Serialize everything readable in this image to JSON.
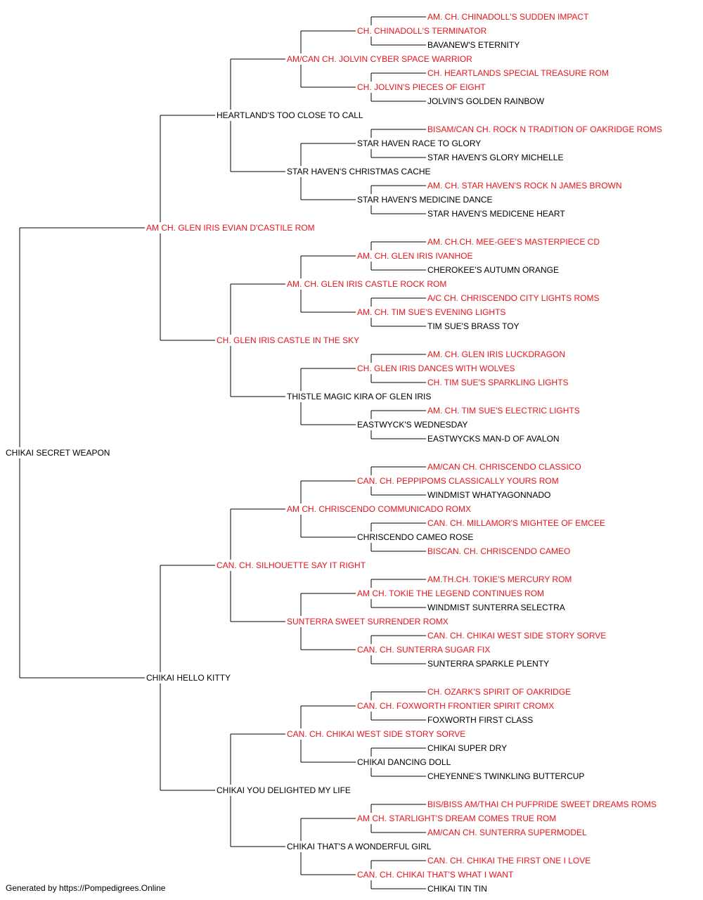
{
  "colors": {
    "champion": "#e8141b",
    "normal": "#000000",
    "line": "#000000"
  },
  "pedigree": {
    "name": "CHIKAI SECRET WEAPON",
    "ch": false,
    "sire": {
      "name": "AM CH. GLEN IRIS EVIAN D'CASTILE ROM",
      "ch": true,
      "sire": {
        "name": "HEARTLAND'S TOO CLOSE TO CALL",
        "ch": false,
        "sire": {
          "name": "AM/CAN CH. JOLVIN CYBER SPACE WARRIOR",
          "ch": true,
          "sire": {
            "name": "CH. CHINADOLL'S TERMINATOR",
            "ch": true,
            "sire": {
              "name": "AM. CH. CHINADOLL'S SUDDEN IMPACT",
              "ch": true
            },
            "dam": {
              "name": "BAVANEW'S ETERNITY",
              "ch": false
            }
          },
          "dam": {
            "name": "CH. JOLVIN'S PIECES OF EIGHT",
            "ch": true,
            "sire": {
              "name": "CH. HEARTLANDS SPECIAL TREASURE ROM",
              "ch": true
            },
            "dam": {
              "name": "JOLVIN'S GOLDEN RAINBOW",
              "ch": false
            }
          }
        },
        "dam": {
          "name": "STAR HAVEN'S CHRISTMAS CACHE",
          "ch": false,
          "sire": {
            "name": "STAR HAVEN RACE TO GLORY",
            "ch": false,
            "sire": {
              "name": "BISAM/CAN CH. ROCK N TRADITION OF OAKRIDGE ROMS",
              "ch": true
            },
            "dam": {
              "name": "STAR HAVEN'S GLORY MICHELLE",
              "ch": false
            }
          },
          "dam": {
            "name": "STAR HAVEN'S MEDICINE DANCE",
            "ch": false,
            "sire": {
              "name": "AM. CH. STAR HAVEN'S ROCK N JAMES BROWN",
              "ch": true
            },
            "dam": {
              "name": "STAR HAVEN'S MEDICENE HEART",
              "ch": false
            }
          }
        }
      },
      "dam": {
        "name": "CH. GLEN IRIS CASTLE IN THE SKY",
        "ch": true,
        "sire": {
          "name": "AM. CH. GLEN IRIS CASTLE ROCK ROM",
          "ch": true,
          "sire": {
            "name": "AM. CH. GLEN IRIS IVANHOE",
            "ch": true,
            "sire": {
              "name": "AM. CH.CH. MEE-GEE'S MASTERPIECE CD",
              "ch": true
            },
            "dam": {
              "name": "CHEROKEE'S AUTUMN ORANGE",
              "ch": false
            }
          },
          "dam": {
            "name": "AM. CH. TIM SUE'S EVENING LIGHTS",
            "ch": true,
            "sire": {
              "name": "A/C CH. CHRISCENDO CITY LIGHTS ROMS",
              "ch": true
            },
            "dam": {
              "name": "TIM SUE'S BRASS TOY",
              "ch": false
            }
          }
        },
        "dam": {
          "name": "THISTLE MAGIC KIRA OF GLEN IRIS",
          "ch": false,
          "sire": {
            "name": "CH. GLEN IRIS DANCES WITH WOLVES",
            "ch": true,
            "sire": {
              "name": "AM. CH. GLEN IRIS LUCKDRAGON",
              "ch": true
            },
            "dam": {
              "name": "CH. TIM SUE'S SPARKLING LIGHTS",
              "ch": true
            }
          },
          "dam": {
            "name": "EASTWYCK'S WEDNESDAY",
            "ch": false,
            "sire": {
              "name": "AM. CH. TIM SUE'S ELECTRIC LIGHTS",
              "ch": true
            },
            "dam": {
              "name": "EASTWYCKS MAN-D OF AVALON",
              "ch": false
            }
          }
        }
      }
    },
    "dam": {
      "name": "CHIKAI HELLO KITTY",
      "ch": false,
      "sire": {
        "name": "CAN. CH. SILHOUETTE SAY IT RIGHT",
        "ch": true,
        "sire": {
          "name": "AM CH. CHRISCENDO COMMUNICADO ROMX",
          "ch": true,
          "sire": {
            "name": "CAN. CH. PEPPIPOMS CLASSICALLY YOURS ROM",
            "ch": true,
            "sire": {
              "name": "AM/CAN CH. CHRISCENDO CLASSICO",
              "ch": true
            },
            "dam": {
              "name": "WINDMIST WHATYAGONNADO",
              "ch": false
            }
          },
          "dam": {
            "name": "CHRISCENDO CAMEO ROSE",
            "ch": false,
            "sire": {
              "name": "CAN. CH. MILLAMOR'S MIGHTEE OF EMCEE",
              "ch": true
            },
            "dam": {
              "name": "BISCAN. CH. CHRISCENDO CAMEO",
              "ch": true
            }
          }
        },
        "dam": {
          "name": "SUNTERRA SWEET SURRENDER ROMX",
          "ch": true,
          "sire": {
            "name": "AM CH. TOKIE THE LEGEND CONTINUES ROM",
            "ch": true,
            "sire": {
              "name": "AM.TH.CH. TOKIE'S MERCURY ROM",
              "ch": true
            },
            "dam": {
              "name": "WINDMIST SUNTERRA SELECTRA",
              "ch": false
            }
          },
          "dam": {
            "name": "CAN. CH. SUNTERRA SUGAR FIX",
            "ch": true,
            "sire": {
              "name": "CAN. CH. CHIKAI WEST SIDE STORY SORVE",
              "ch": true
            },
            "dam": {
              "name": "SUNTERRA SPARKLE PLENTY",
              "ch": false
            }
          }
        }
      },
      "dam": {
        "name": "CHIKAI YOU DELIGHTED MY LIFE",
        "ch": false,
        "sire": {
          "name": "CAN. CH. CHIKAI WEST SIDE STORY SORVE",
          "ch": true,
          "sire": {
            "name": "CAN. CH. FOXWORTH FRONTIER SPIRIT CROMX",
            "ch": true,
            "sire": {
              "name": "CH. OZARK'S SPIRIT OF OAKRIDGE",
              "ch": true
            },
            "dam": {
              "name": "FOXWORTH FIRST CLASS",
              "ch": false
            }
          },
          "dam": {
            "name": "CHIKAI DANCING DOLL",
            "ch": false,
            "sire": {
              "name": "CHIKAI SUPER DRY",
              "ch": false
            },
            "dam": {
              "name": "CHEYENNE'S TWINKLING BUTTERCUP",
              "ch": false
            }
          }
        },
        "dam": {
          "name": "CHIKAI THAT'S A WONDERFUL GIRL",
          "ch": false,
          "sire": {
            "name": "AM CH. STARLIGHT'S DREAM COMES TRUE ROM",
            "ch": true,
            "sire": {
              "name": "BIS/BISS AM/THAI CH PUFPRIDE SWEET DREAMS ROMS",
              "ch": true
            },
            "dam": {
              "name": "AM/CAN CH. SUNTERRA SUPERMODEL",
              "ch": true
            }
          },
          "dam": {
            "name": "CAN. CH. CHIKAI THAT'S WHAT I WANT",
            "ch": true,
            "sire": {
              "name": "CAN. CH. CHIKAI THE FIRST ONE I LOVE",
              "ch": true
            },
            "dam": {
              "name": "CHIKAI TIN TIN",
              "ch": false
            }
          }
        }
      }
    }
  },
  "footer": {
    "text": "Generated by https://Pompedigrees.Online"
  }
}
